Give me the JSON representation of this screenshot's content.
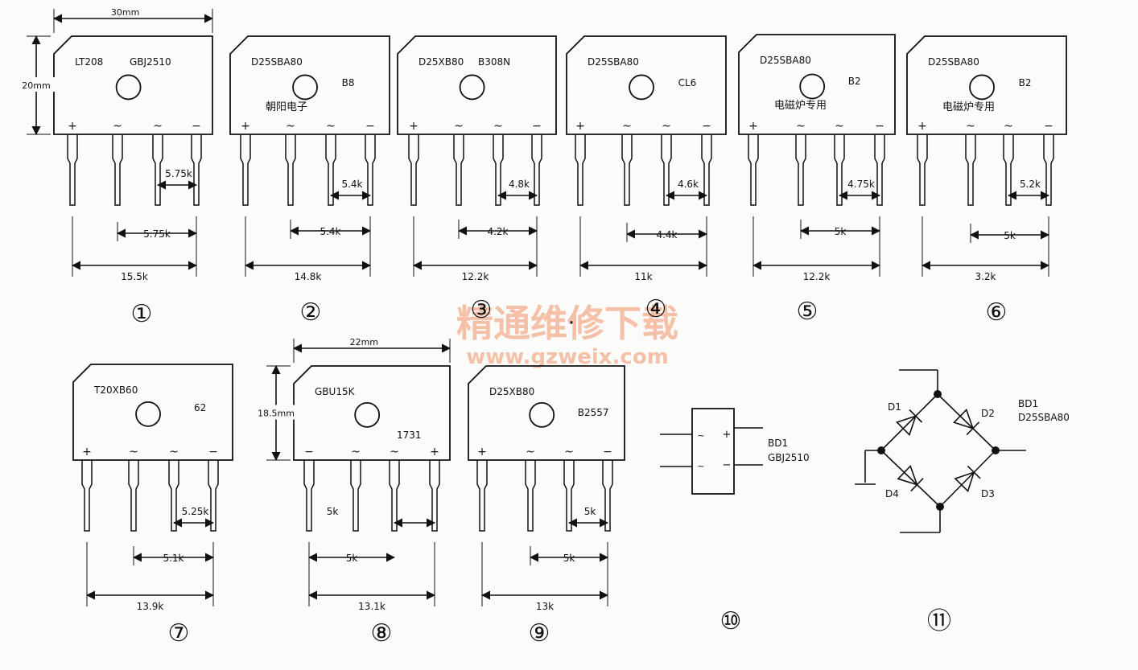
{
  "colors": {
    "ink": "#111111",
    "paper": "#fbfbfa",
    "watermark": "#f3b79a"
  },
  "watermark": {
    "name": "精通维修下载",
    "url": "www.gzweix.com",
    "dot": "·"
  },
  "bridges": [
    {
      "id": 1,
      "number": "①",
      "part": "LT208",
      "part2": "GBJ2510",
      "brand": "",
      "extra": "",
      "width_dim": "30mm",
      "height_dim": "20mm",
      "pins": [
        "+",
        "~",
        "~",
        "−"
      ],
      "pitch": "5.75k",
      "span_inner": "5.75k",
      "span_total": "15.5k"
    },
    {
      "id": 2,
      "number": "②",
      "part": "D25SBA80",
      "part2": "B8",
      "brand": "朝阳电子",
      "extra": "",
      "width_dim": "",
      "height_dim": "",
      "pins": [
        "+",
        "~",
        "~",
        "−"
      ],
      "pitch": "5.4k",
      "span_inner": "5.4k",
      "span_total": "14.8k"
    },
    {
      "id": 3,
      "number": "③",
      "part": "D25XB80",
      "part2": "B308N",
      "brand": "",
      "extra": "",
      "width_dim": "",
      "height_dim": "",
      "pins": [
        "+",
        "~",
        "~",
        "−"
      ],
      "pitch": "4.8k",
      "span_inner": "4.2k",
      "span_total": "12.2k"
    },
    {
      "id": 4,
      "number": "④",
      "part": "D25SBA80",
      "part2": "CL6",
      "brand": "",
      "extra": "",
      "width_dim": "",
      "height_dim": "",
      "pins": [
        "+",
        "~",
        "~",
        "−"
      ],
      "pitch": "4.6k",
      "span_inner": "4.4k",
      "span_total": "11k"
    },
    {
      "id": 5,
      "number": "⑤",
      "part": "D25SBA80",
      "part2": "B2",
      "brand": "电磁炉专用",
      "extra": "",
      "width_dim": "",
      "height_dim": "",
      "pins": [
        "+",
        "~",
        "~",
        "−"
      ],
      "pitch": "4.75k",
      "span_inner": "5k",
      "span_total": "12.2k"
    },
    {
      "id": 6,
      "number": "⑥",
      "part": "D25SBA80",
      "part2": "B2",
      "brand": "电磁炉专用",
      "extra": "",
      "width_dim": "",
      "height_dim": "",
      "pins": [
        "+",
        "~",
        "~",
        "−"
      ],
      "pitch": "5.2k",
      "span_inner": "5k",
      "span_total": "3.2k"
    },
    {
      "id": 7,
      "number": "⑦",
      "part": "T20XB60",
      "part2": "62",
      "brand": "",
      "extra": "",
      "width_dim": "",
      "height_dim": "",
      "pins": [
        "+",
        "~",
        "~",
        "−"
      ],
      "pitch": "5.25k",
      "span_inner": "5.1k",
      "span_total": "13.9k"
    },
    {
      "id": 8,
      "number": "⑧",
      "part": "GBU15K",
      "part2": "",
      "brand": "",
      "extra": "1731",
      "width_dim": "22mm",
      "height_dim": "18.5mm",
      "pins": [
        "−",
        "~",
        "~",
        "+"
      ],
      "pitch": "5k",
      "span_inner": "5k",
      "span_total": "13.1k"
    },
    {
      "id": 9,
      "number": "⑨",
      "part": "D25XB80",
      "part2": "B2557",
      "brand": "",
      "extra": "",
      "width_dim": "",
      "height_dim": "",
      "pins": [
        "+",
        "~",
        "~",
        "−"
      ],
      "pitch": "5k",
      "span_inner": "5k",
      "span_total": "13k"
    }
  ],
  "symbol10": {
    "number": "⑩",
    "ref": "BD1",
    "part": "GBJ2510",
    "pins": [
      "~",
      "+",
      "~",
      "−"
    ]
  },
  "symbol11": {
    "number": "⑪",
    "ref": "BD1",
    "part": "D25SBA80",
    "diodes": [
      "D1",
      "D2",
      "D3",
      "D4"
    ]
  }
}
